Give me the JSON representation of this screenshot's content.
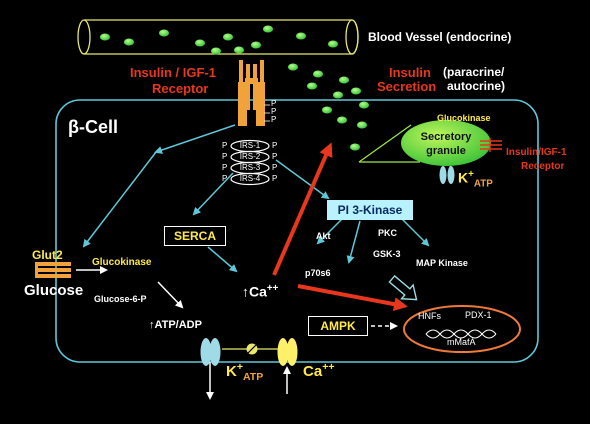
{
  "labels": {
    "blood_vessel": "Blood Vessel  (endocrine)",
    "insulin_receptor_line1": "Insulin / IGF-1",
    "insulin_receptor_line2": "Receptor",
    "insulin_secretion_line1": "Insulin",
    "insulin_secretion_line2": "Secretion",
    "paracrine_line1": "(paracrine/",
    "paracrine_line2": "autocrine)",
    "beta_cell": "β-Cell",
    "glucokinase_granule": "Glucokinase",
    "secretory_granule_line1": "Secretory",
    "secretory_granule_line2": "granule",
    "insulin_igf1_receptor_right_line1": "Insulin/IGF-1",
    "insulin_igf1_receptor_right_line2": "Receptor",
    "k_atp_right": "K",
    "k_atp_right_sup": "+",
    "k_atp_right_sub": "ATP",
    "irs": [
      "IRS-1",
      "IRS-2",
      "IRS-3",
      "IRS-4"
    ],
    "phospho": "P",
    "serca": "SERCA",
    "pi3k": "PI 3-Kinase",
    "akt": "Akt",
    "pkc": "PKC",
    "gsk3": "GSK-3",
    "p70s6": "p70s6",
    "map_kinase": "MAP Kinase",
    "glut2": "Glut2",
    "glucokinase_left": "Glucokinase",
    "glucose": "Glucose",
    "glucose6p": "Glucose-6-P",
    "ca_center": "Ca",
    "ca_center_sup": "++",
    "ca_center_prefix": "↑",
    "atp_adp": "ATP/ADP",
    "atp_adp_prefix": "↑",
    "ampk": "AMPK",
    "hnfs": "HNFs",
    "pdx1": "PDX-1",
    "mmafa": "mMafA",
    "k_atp_bottom": "K",
    "k_atp_bottom_sup": "+",
    "k_atp_bottom_sub": "ATP",
    "ca_bottom": "Ca",
    "ca_bottom_sup": "++"
  },
  "colors": {
    "background": "#000000",
    "cell_membrane": "#5fc8d8",
    "insulin_granule": "#44e84a",
    "red_label": "#e8371c",
    "yellow_label": "#ffe94a",
    "orange_label": "#f2a23a",
    "arrow_cyan": "#5fc8d8",
    "arrow_red": "#e8371c",
    "channel_cyan": "#9fdbe6",
    "channel_yellow": "#fff06a",
    "nucleus": "#f07a3a"
  }
}
